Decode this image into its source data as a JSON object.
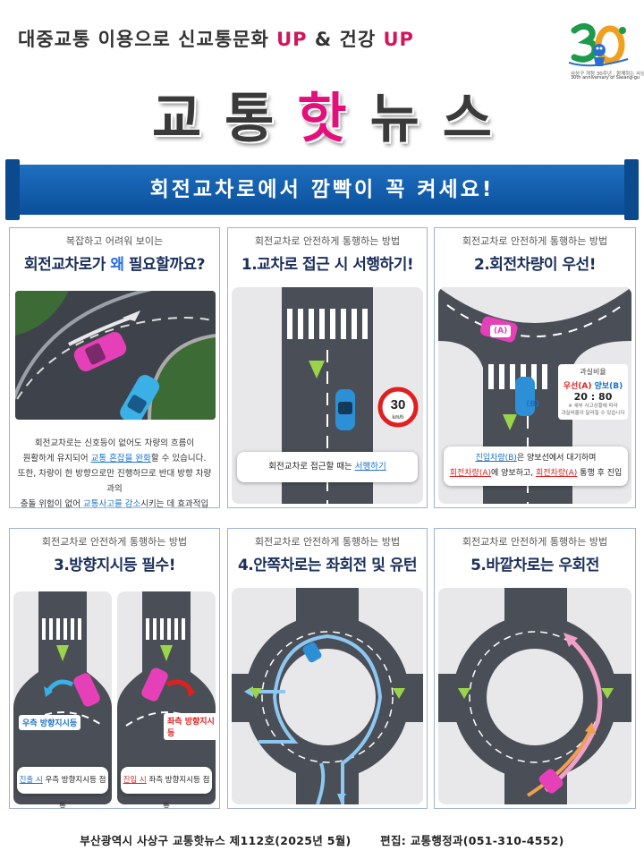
{
  "header": {
    "slogan_main": "대중교통 이용으로 신교통문화",
    "slogan_up1": "UP",
    "slogan_amp": "&",
    "slogan_health": "건강",
    "slogan_up2": "UP",
    "title_part1": "교통",
    "title_hot": "핫",
    "title_part2": "뉴스",
    "logo_number": "30",
    "logo_line1": "사상구 개청 30주년 · 함께하는 사상",
    "logo_line2": "30th anniversary of Sasang-gu"
  },
  "banner": {
    "text": "회전교차로에서 깜빡이 꼭 켜세요!"
  },
  "panels": [
    {
      "subtitle": "복잡하고 어려워 보이는",
      "title_a": "회전교차로가 ",
      "title_hl": "왜",
      "title_b": " 필요할까요?",
      "desc1": "회전교차로는 신호등이 없어도 차량의 흐름이",
      "desc2_a": "원활하게 유지되어 ",
      "desc2_u": "교통 혼잡을 완화",
      "desc2_b": "할 수 있습니다.",
      "desc3": "또한, 차량이 한 방향으로만 진행하므로 반대 방향 차량과의",
      "desc4_a": "충돌 위험이 없어 ",
      "desc4_u": "교통사고를 감소",
      "desc4_b": "시키는 데 효과적입니다."
    },
    {
      "subtitle": "회전교차로 안전하게 통행하는 방법",
      "title": "1.교차로 접근 시 서행하기!",
      "speed": "30",
      "speed_unit": "km/h",
      "caption_a": "회전교차로 접근할 때는 ",
      "caption_b": "서행하기"
    },
    {
      "subtitle": "회전교차로 안전하게 통행하는 방법",
      "title": "2.회전차량이 우선!",
      "car_a": "(A)",
      "car_b": "(B)",
      "legend_title": "과실비율",
      "legend_a": "우선(A)",
      "legend_b": "양보(B)",
      "ratio_a": "20",
      "ratio_sep": ":",
      "ratio_b": "80",
      "legend_note1": "※ 세부 사고상황에 따라",
      "legend_note2": "과실비율이 달라질 수 있습니다",
      "cap1_a": "진입차량(B)",
      "cap1_b": "은 양보선에서 대기하며",
      "cap2_a": "회전차량(A)",
      "cap2_b": "에 양보하고, ",
      "cap2_c": "회전차량(A)",
      "cap2_d": " 통행 후 진입"
    },
    {
      "subtitle": "회전교차로 안전하게 통행하는 방법",
      "title": "3.방향지시등 필수!",
      "label_right": "우측 방향지시등",
      "label_left": "좌측 방향지시등",
      "cap_l_a": "진출 시",
      "cap_l_b": " 우측 방향지시등 점등",
      "cap_r_a": "진입 시",
      "cap_r_b": " 좌측 방향지시등 점등"
    },
    {
      "subtitle": "회전교차로 안전하게 통행하는 방법",
      "title": "4.안쪽차로는 좌회전 및 유턴"
    },
    {
      "subtitle": "회전교차로 안전하게 통행하는 방법",
      "title": "5.바깥차로는 우회전"
    }
  ],
  "footer": {
    "issue": "부산광역시 사상구 교통핫뉴스 제112호(2025년 5월)",
    "editor": "편집: 교통행정과(051-310-4552)"
  },
  "colors": {
    "hot": "#e3107b",
    "banner": "#1f6fc0",
    "road": "#4a4f57",
    "arrow_blue": "#8cc8f2",
    "arrow_pink": "#f0a0c8"
  }
}
